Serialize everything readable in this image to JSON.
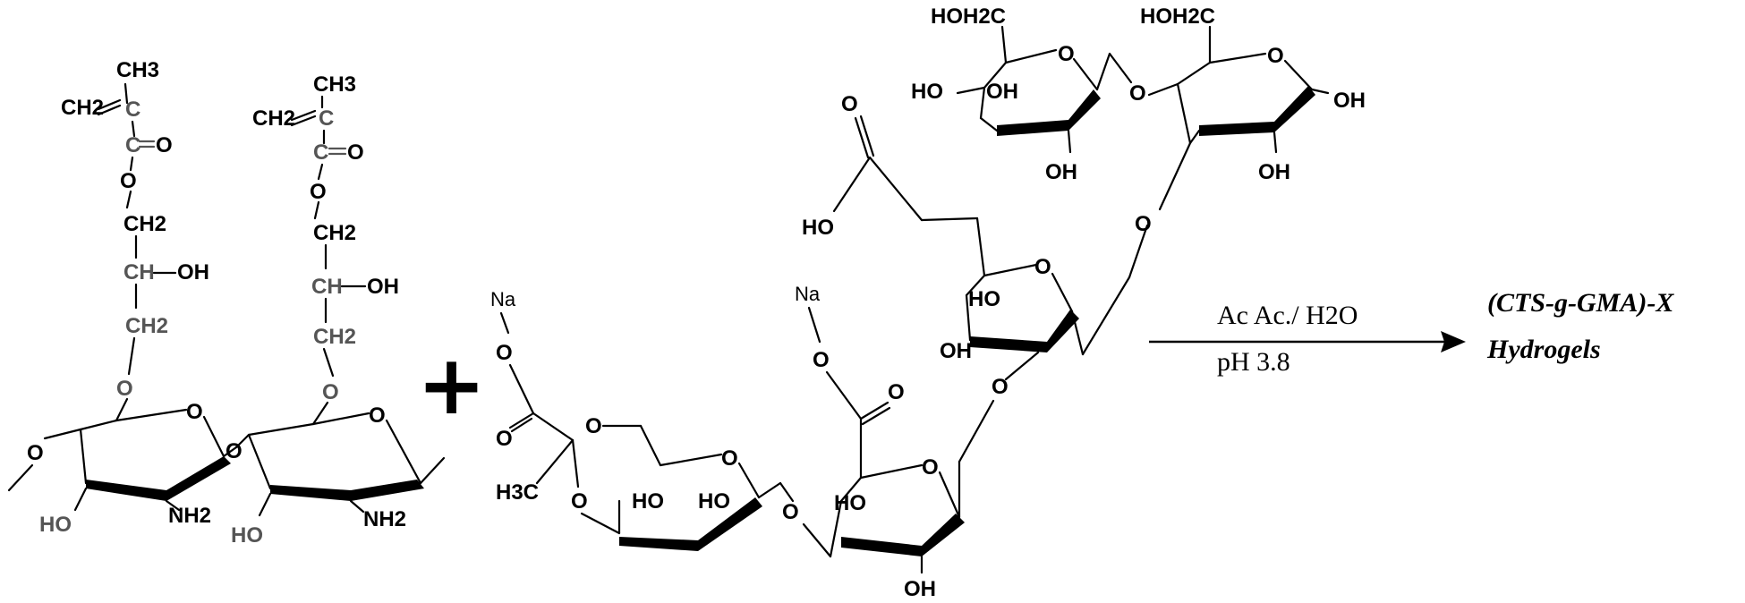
{
  "reagent_left": {
    "labels": {
      "ch3": "CH3",
      "ch2_eq": "CH2",
      "c": "C",
      "o_carbonyl": "O",
      "o_ester": "O",
      "ch2": "CH2",
      "ch_oh": "CH",
      "oh": "OH",
      "o_link": "O",
      "ring_o": "O",
      "nh2": "NH2",
      "ho": "HO"
    }
  },
  "plus_sign": "+",
  "reagent_right": {
    "labels": {
      "na": "Na",
      "o": "O",
      "h3c": "H3C",
      "ho": "HO",
      "oh": "OH",
      "hoh2c": "HOH2C"
    }
  },
  "reaction": {
    "condition_top": "Ac Ac./ H2O",
    "condition_bottom": "pH 3.8",
    "product_line1": "(CTS-g-GMA)-X",
    "product_line2": "Hydrogels"
  }
}
